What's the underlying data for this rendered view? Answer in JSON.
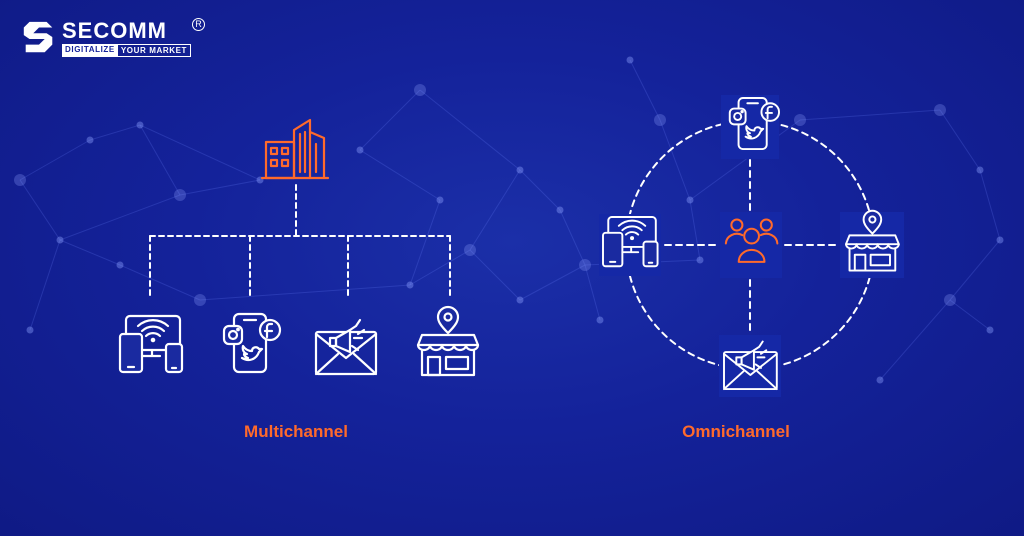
{
  "brand": {
    "name": "SECOMM",
    "registered": "R",
    "tagline_part1": "DIGITALIZE",
    "tagline_part2": "YOUR MARKET"
  },
  "labels": {
    "multichannel": "Multichannel",
    "omnichannel": "Omnichannel"
  },
  "colors": {
    "background": "#14229a",
    "accent": "#ff6a2b",
    "line": "#ffffff"
  },
  "multichannel": {
    "source_icon": "buildings-icon",
    "channels": [
      "devices-icon",
      "social-phone-icon",
      "email-megaphone-icon",
      "store-location-icon"
    ]
  },
  "omnichannel": {
    "center_icon": "customers-icon",
    "channels": [
      "social-phone-icon",
      "devices-icon",
      "store-location-icon",
      "email-megaphone-icon"
    ]
  }
}
